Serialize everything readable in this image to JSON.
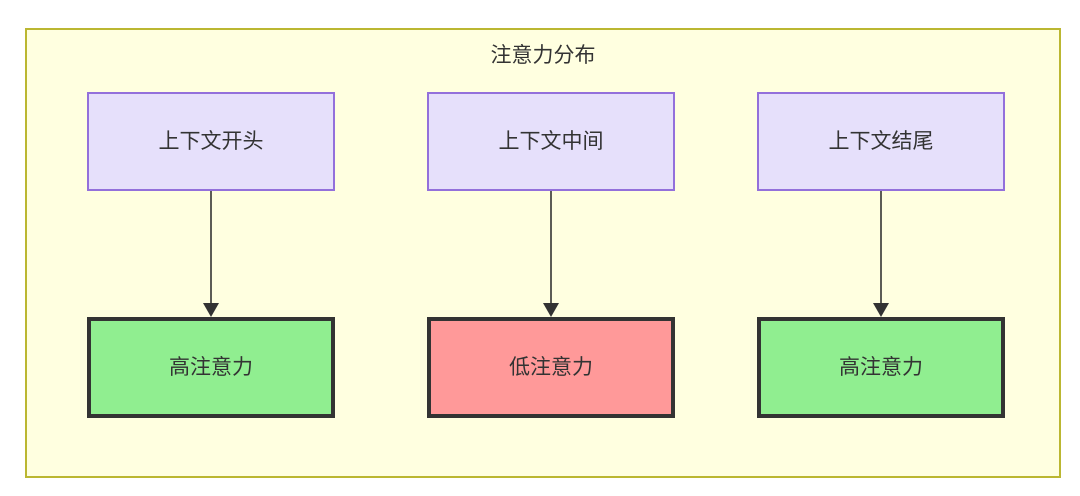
{
  "diagram": {
    "title": "注意力分布",
    "type": "flowchart",
    "container": {
      "name": "attention-distribution-subgraph",
      "fill": "#ffffe0",
      "border": "#bbb731"
    },
    "colors": {
      "context_fill": "#e6e0fb",
      "context_border": "#9370db",
      "high_attention_fill": "#90ee90",
      "low_attention_fill": "#ff9999",
      "result_border": "#333333",
      "text": "#333333",
      "arrow": "#333333"
    },
    "columns": [
      {
        "id": "start",
        "context": {
          "label": "上下文开头",
          "name": "context-start-node"
        },
        "result": {
          "label": "高注意力",
          "name": "high-attention-start-node",
          "level": "high"
        }
      },
      {
        "id": "middle",
        "context": {
          "label": "上下文中间",
          "name": "context-middle-node"
        },
        "result": {
          "label": "低注意力",
          "name": "low-attention-middle-node",
          "level": "low"
        }
      },
      {
        "id": "end",
        "context": {
          "label": "上下文结尾",
          "name": "context-end-node"
        },
        "result": {
          "label": "高注意力",
          "name": "high-attention-end-node",
          "level": "high"
        }
      }
    ],
    "edges": [
      {
        "from": "上下文开头",
        "to": "高注意力",
        "style": "arrow"
      },
      {
        "from": "上下文中间",
        "to": "低注意力",
        "style": "arrow"
      },
      {
        "from": "上下文结尾",
        "to": "高注意力",
        "style": "arrow"
      }
    ]
  }
}
